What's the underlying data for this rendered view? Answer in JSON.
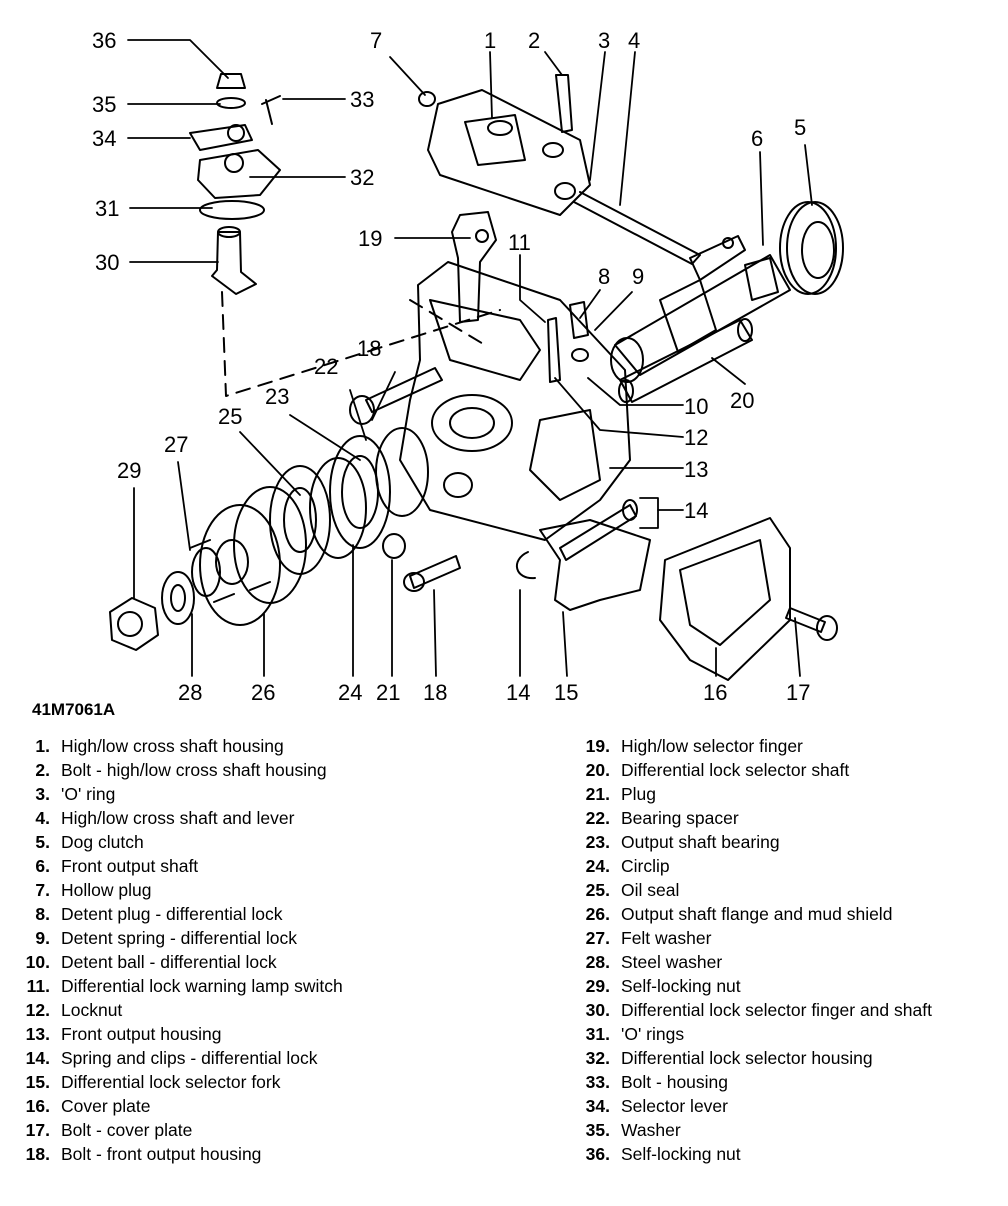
{
  "figure_ref": "41M7061A",
  "callouts": [
    "1",
    "2",
    "3",
    "4",
    "5",
    "6",
    "7",
    "8",
    "9",
    "10",
    "11",
    "12",
    "13",
    "14",
    "15",
    "16",
    "17",
    "18",
    "19",
    "20",
    "21",
    "22",
    "23",
    "24",
    "25",
    "26",
    "27",
    "28",
    "29",
    "30",
    "31",
    "32",
    "33",
    "34",
    "35",
    "36",
    "18"
  ],
  "legend_left": [
    {
      "num": "1.",
      "text": "High/low cross shaft housing"
    },
    {
      "num": "2.",
      "text": "Bolt - high/low cross shaft housing"
    },
    {
      "num": "3.",
      "text": "'O' ring"
    },
    {
      "num": "4.",
      "text": "High/low cross shaft and lever"
    },
    {
      "num": "5.",
      "text": "Dog clutch"
    },
    {
      "num": "6.",
      "text": "Front output shaft"
    },
    {
      "num": "7.",
      "text": "Hollow plug"
    },
    {
      "num": "8.",
      "text": "Detent plug - differential lock"
    },
    {
      "num": "9.",
      "text": "Detent spring - differential lock"
    },
    {
      "num": "10.",
      "text": "Detent ball - differential lock"
    },
    {
      "num": "11.",
      "text": "Differential lock warning lamp switch"
    },
    {
      "num": "12.",
      "text": "Locknut"
    },
    {
      "num": "13.",
      "text": "Front output housing"
    },
    {
      "num": "14.",
      "text": "Spring and clips - differential lock"
    },
    {
      "num": "15.",
      "text": "Differential lock selector fork"
    },
    {
      "num": "16.",
      "text": "Cover plate"
    },
    {
      "num": "17.",
      "text": "Bolt - cover plate"
    },
    {
      "num": "18.",
      "text": "Bolt - front output housing"
    }
  ],
  "legend_right": [
    {
      "num": "19.",
      "text": "High/low selector finger"
    },
    {
      "num": "20.",
      "text": "Differential lock selector shaft"
    },
    {
      "num": "21.",
      "text": "Plug"
    },
    {
      "num": "22.",
      "text": "Bearing spacer"
    },
    {
      "num": "23.",
      "text": "Output shaft bearing"
    },
    {
      "num": "24.",
      "text": "Circlip"
    },
    {
      "num": "25.",
      "text": "Oil seal"
    },
    {
      "num": "26.",
      "text": "Output shaft flange and mud shield"
    },
    {
      "num": "27.",
      "text": "Felt washer"
    },
    {
      "num": "28.",
      "text": "Steel washer"
    },
    {
      "num": "29.",
      "text": "Self-locking nut"
    },
    {
      "num": "30.",
      "text": "Differential lock selector finger and shaft"
    },
    {
      "num": "31.",
      "text": "'O' rings"
    },
    {
      "num": "32.",
      "text": "Differential lock selector housing"
    },
    {
      "num": "33.",
      "text": "Bolt - housing"
    },
    {
      "num": "34.",
      "text": "Selector lever"
    },
    {
      "num": "35.",
      "text": "Washer"
    },
    {
      "num": "36.",
      "text": "Self-locking nut"
    }
  ]
}
